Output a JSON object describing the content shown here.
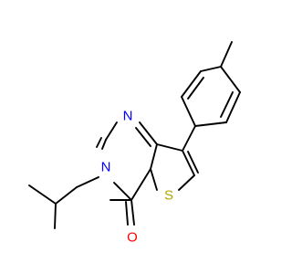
{
  "molecule": {
    "atoms": {
      "n1": {
        "label": "N",
        "color": "#0000ff"
      },
      "n3": {
        "label": "N",
        "color": "#0000ff"
      },
      "s1": {
        "label": "S",
        "color": "#b5a400"
      },
      "o1": {
        "label": "O",
        "color": "#ff0000"
      }
    },
    "bond_color": "#000000"
  }
}
